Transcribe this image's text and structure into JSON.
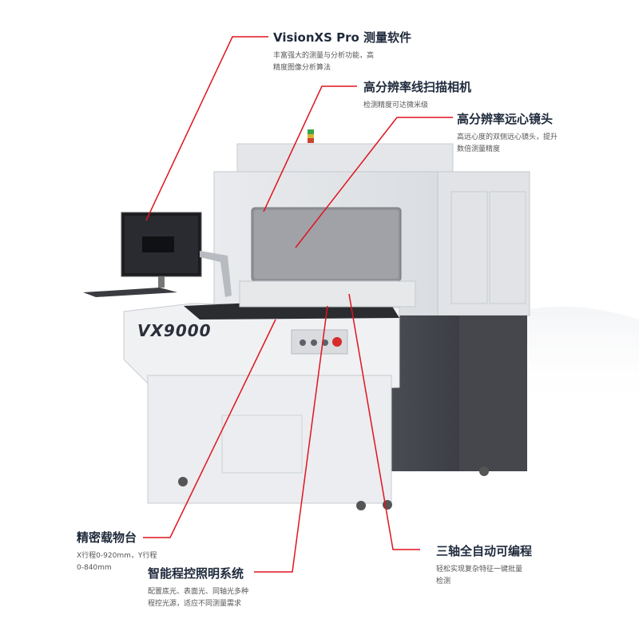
{
  "product": {
    "model": "VX9000"
  },
  "callouts": [
    {
      "id": "software",
      "title": "VisionXS Pro 测量软件",
      "desc": [
        "丰富强大的测量与分析功能，高",
        "精度图像分析算法"
      ]
    },
    {
      "id": "camera",
      "title": "高分辨率线扫描相机",
      "desc": [
        "检测精度可达微米级"
      ]
    },
    {
      "id": "lens",
      "title": "高分辨率远心镜头",
      "desc": [
        "高远心度的双侧远心镜头，提升",
        "数倍测量精度"
      ]
    },
    {
      "id": "stage",
      "title": "精密载物台",
      "desc": [
        "X行程0-920mm，Y行程",
        "0-840mm"
      ]
    },
    {
      "id": "lighting",
      "title": "智能程控照明系统",
      "desc": [
        "配置底光、表面光、同轴光多种",
        "程控光源，适应不同测量需求"
      ]
    },
    {
      "id": "axis",
      "title": "三轴全自动可编程",
      "desc": [
        "轻松实现复杂特征一键批量",
        "检测"
      ]
    }
  ],
  "colors": {
    "leader": "#e0141e",
    "title": "#1f2a3c",
    "desc": "#555555",
    "body_light": "#eceef0",
    "body_dark": "#3e4047"
  }
}
